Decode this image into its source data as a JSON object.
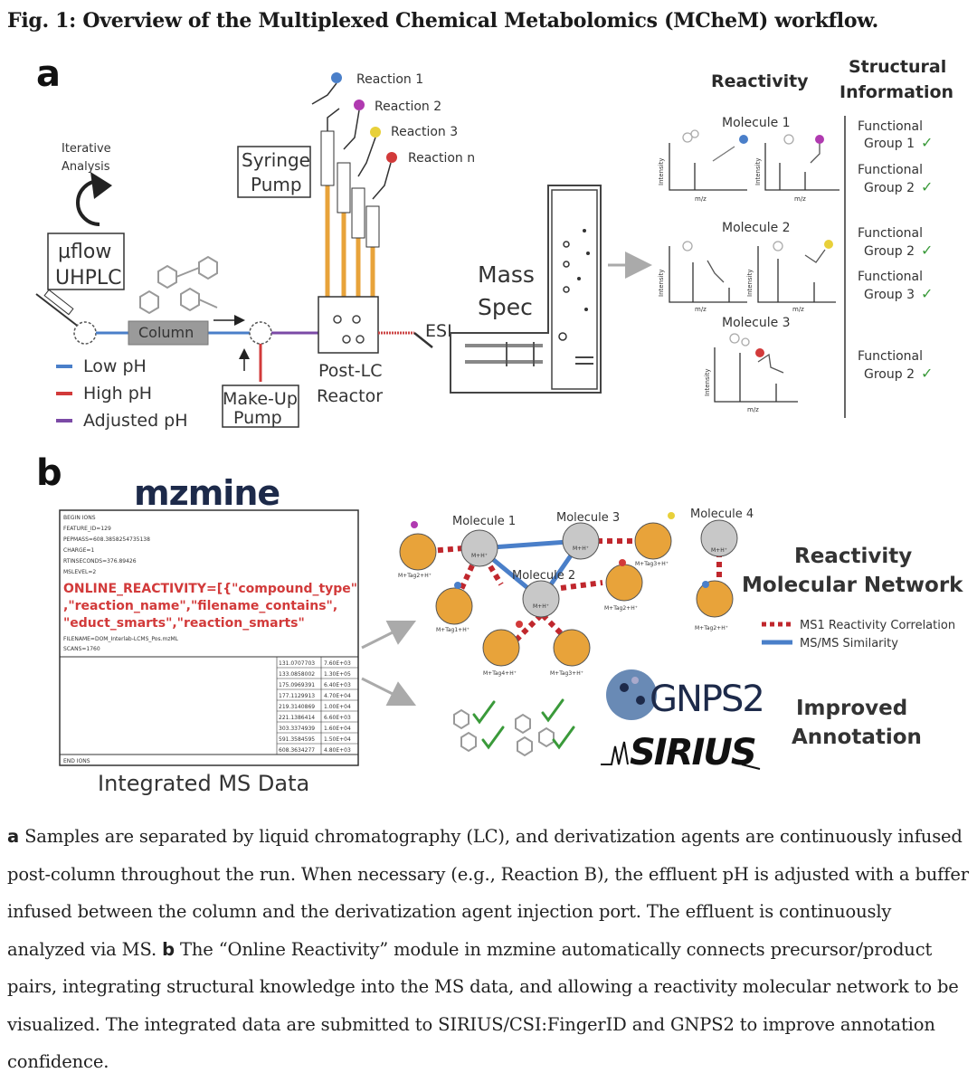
{
  "title": "Fig. 1: Overview of the Multiplexed Chemical Metabolomics (MCheM) workflow.",
  "panel_a": {
    "label": "a",
    "iterative": [
      "Iterative",
      "Analysis"
    ],
    "uflow": [
      "µflow",
      "UHPLC"
    ],
    "column": "Column",
    "syringe": [
      "Syringe",
      "Pump"
    ],
    "reactions": [
      "Reaction 1",
      "Reaction 2",
      "Reaction 3",
      "Reaction n"
    ],
    "post_lc": [
      "Post-LC",
      "Reactor"
    ],
    "esi": "ESI",
    "makeup": [
      "Make-Up",
      "Pump"
    ],
    "mass_spec": [
      "Mass",
      "Spec"
    ],
    "legend": [
      "Low pH",
      "High pH",
      "Adjusted pH"
    ],
    "reactivity": "Reactivity",
    "structural": [
      "Structural",
      "Information"
    ],
    "molecules": [
      "Molecule 1",
      "Molecule 2",
      "Molecule 3"
    ],
    "intensity": "Intensity",
    "mz": "m/z",
    "groups": [
      "Functional",
      "Group 1",
      "Group 2",
      "Group 2",
      "Group 3",
      "Group 2"
    ],
    "check": "✓",
    "colors": {
      "low_ph": "#4a7fc9",
      "high_ph": "#d23a3a",
      "adjusted_ph": "#7b4aa6",
      "orange": "#e8a33a",
      "green": "#3a9a3a"
    }
  },
  "panel_b": {
    "label": "b",
    "mzmine": "mzmine",
    "ms_lines": [
      "BEGIN IONS",
      "FEATURE_ID=129",
      "PEPMASS=608.3858254735138",
      "CHARGE=1",
      "RTINSECONDS=376.89426",
      "MSLEVEL=2"
    ],
    "reactivity_lines": [
      "ONLINE_REACTIVITY=[{\"compound_type\"",
      ",\"reaction_name\",\"filename_contains\",",
      "\"educt_smarts\",\"reaction_smarts\""
    ],
    "ms_lines2": [
      "FILENAME=DOM_Interlab-LCMS_Pos.mzML",
      "SCANS=1760"
    ],
    "peaks": [
      [
        "131.0707703",
        "7.60E+03"
      ],
      [
        "133.0858002",
        "1.30E+05"
      ],
      [
        "175.0969391",
        "6.40E+03"
      ],
      [
        "177.1129913",
        "4.70E+04"
      ],
      [
        "219.3140869",
        "1.00E+04"
      ],
      [
        "221.1386414",
        "6.60E+03"
      ],
      [
        "303.3374939",
        "1.60E+04"
      ],
      [
        "591.3584595",
        "1.50E+04"
      ],
      [
        "608.3634277",
        "4.80E+03"
      ]
    ],
    "end_ions": "END IONS",
    "integrated": "Integrated MS Data",
    "molecules": [
      "Molecule 1",
      "Molecule 3",
      "Molecule 4",
      "Molecule 2"
    ],
    "mh": "M+H⁺",
    "tags": [
      "M+Tag2+H⁺",
      "M+Tag1+H⁺",
      "M+Tag4+H⁺",
      "M+Tag3+H⁺",
      "M+Tag2+H⁺",
      "M+Tag3+H⁺",
      "M+Tag2+H⁺"
    ],
    "network_title": [
      "Reactivity",
      "Molecular Network"
    ],
    "legend": [
      "MS1 Reactivity Correlation",
      "MS/MS Similarity"
    ],
    "gnps": "GNPS2",
    "sirius": "SIRIUS",
    "improved": [
      "Improved",
      "Annotation"
    ]
  },
  "caption": {
    "a_label": "a",
    "a_text": " Samples are separated by liquid chromatography (LC), and derivatization agents are continuously infused post-column throughout the run. When necessary (e.g., Reaction B), the effluent pH is adjusted with a buffer infused between the column and the derivatization agent injection port. The effluent is continuously analyzed via MS. ",
    "b_label": "b",
    "b_text": " The “Online Reactivity” module in mzmine automatically connects precursor/product pairs, integrating structural knowledge into the MS data, and allowing a reactivity molecular network to be visualized. The integrated data are submitted to SIRIUS/CSI:FingerID and GNPS2 to improve annotation confidence."
  }
}
